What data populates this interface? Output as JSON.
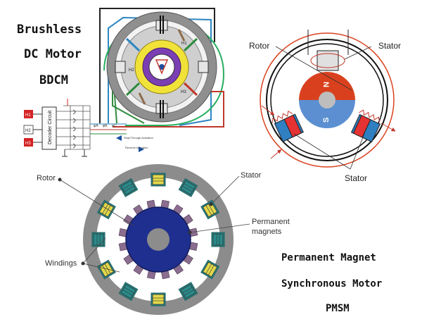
{
  "bldc": {
    "title_line1": "Brushless",
    "title_line2": "DC Motor",
    "title_line3": "BDCM",
    "sensor_labels": [
      "H1",
      "H2",
      "H3"
    ],
    "decoder_label": "Decoder Circuit",
    "phase_labels": [
      "φA",
      "φB",
      "φC"
    ],
    "stator_hall_labels": [
      "H1",
      "H2",
      "H3"
    ],
    "annot_1": "Stop/Through Actuation",
    "annot_2": "Reverse Actuation"
  },
  "pm_motor": {
    "rotor_label": "Rotor",
    "stator_label_top": "Stator",
    "stator_label_bottom": "Stator",
    "north": "N",
    "south": "S"
  },
  "pmsm": {
    "rotor_label": "Rotor",
    "stator_label": "Stator",
    "permanent_label_1": "Permanent",
    "permanent_label_2": "magnets",
    "windings_label": "Windings",
    "title_line1": "Permanent Magnet",
    "title_line2": "Synchronous Motor",
    "title_line3": "PMSM"
  },
  "colors": {
    "stator_gray": "#8c8c8c",
    "rotor_blue": "#1f2f8f",
    "winding_yellow": "#e3d84c",
    "winding_teal": "#2a8a8a",
    "magnet_purple": "#8a6d8f",
    "north_red": "#d9411e",
    "south_blue": "#5b8fd1"
  }
}
